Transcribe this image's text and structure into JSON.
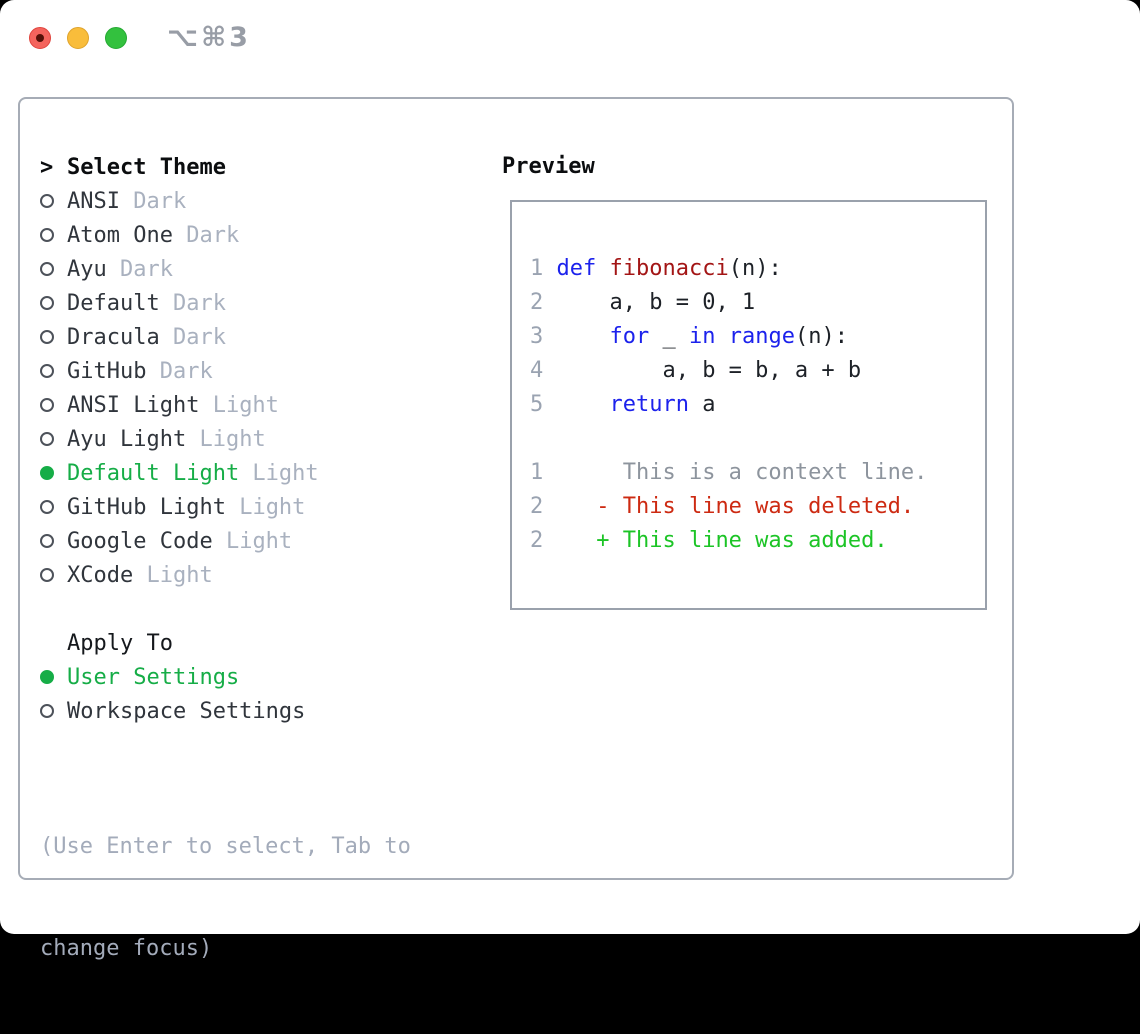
{
  "window": {
    "title": "⌥⌘3",
    "controls": [
      "close",
      "minimize",
      "zoom"
    ]
  },
  "colors": {
    "selection_green": "#16ad47",
    "added_green": "#1cc426",
    "deleted_red": "#cd2a12",
    "keyword_blue": "#1c22ec",
    "function_red": "#a31515",
    "muted_gray": "#a9b1bf",
    "panel_border": "#a6acb6",
    "traffic_red": "#f4645d",
    "traffic_yellow": "#f9bd3b",
    "traffic_green": "#33c13e"
  },
  "left": {
    "cursor": ">",
    "select_theme_label": "Select Theme",
    "themes": [
      {
        "name": "ANSI",
        "variant": "Dark",
        "selected": false
      },
      {
        "name": "Atom One",
        "variant": "Dark",
        "selected": false
      },
      {
        "name": "Ayu",
        "variant": "Dark",
        "selected": false
      },
      {
        "name": "Default",
        "variant": "Dark",
        "selected": false
      },
      {
        "name": "Dracula",
        "variant": "Dark",
        "selected": false
      },
      {
        "name": "GitHub",
        "variant": "Dark",
        "selected": false
      },
      {
        "name": "ANSI Light",
        "variant": "Light",
        "selected": false
      },
      {
        "name": "Ayu Light",
        "variant": "Light",
        "selected": false
      },
      {
        "name": "Default Light",
        "variant": "Light",
        "selected": true
      },
      {
        "name": "GitHub Light",
        "variant": "Light",
        "selected": false
      },
      {
        "name": "Google Code",
        "variant": "Light",
        "selected": false
      },
      {
        "name": "XCode",
        "variant": "Light",
        "selected": false
      }
    ],
    "apply_to_label": "Apply To",
    "apply_to": [
      {
        "label": "User Settings",
        "selected": true
      },
      {
        "label": "Workspace Settings",
        "selected": false
      }
    ],
    "help": [
      "(Use Enter to select, Tab to",
      "change focus)"
    ]
  },
  "preview": {
    "title": "Preview",
    "lines": [
      {
        "num": "1",
        "parts": [
          {
            "t": "def",
            "c": "kw"
          },
          {
            "t": " ",
            "c": "pl"
          },
          {
            "t": "fibonacci",
            "c": "fn"
          },
          {
            "t": "(n):",
            "c": "pl"
          }
        ]
      },
      {
        "num": "2",
        "parts": [
          {
            "t": "    a, b = 0, 1",
            "c": "pl"
          }
        ]
      },
      {
        "num": "3",
        "parts": [
          {
            "t": "    ",
            "c": "pl"
          },
          {
            "t": "for",
            "c": "kw"
          },
          {
            "t": " _ ",
            "c": "pl"
          },
          {
            "t": "in",
            "c": "kw"
          },
          {
            "t": " ",
            "c": "pl"
          },
          {
            "t": "range",
            "c": "kw"
          },
          {
            "t": "(n):",
            "c": "pl"
          }
        ]
      },
      {
        "num": "4",
        "parts": [
          {
            "t": "        a, b = b, a + b",
            "c": "pl"
          }
        ]
      },
      {
        "num": "5",
        "parts": [
          {
            "t": "    ",
            "c": "pl"
          },
          {
            "t": "return",
            "c": "kw"
          },
          {
            "t": " a",
            "c": "pl"
          }
        ]
      },
      {
        "num": "",
        "parts": []
      },
      {
        "num": "1",
        "parts": [
          {
            "t": "     This is a context line.",
            "c": "ctx"
          }
        ]
      },
      {
        "num": "2",
        "parts": [
          {
            "t": "   - This line was deleted.",
            "c": "del"
          }
        ]
      },
      {
        "num": "2",
        "parts": [
          {
            "t": "   + This line was added.",
            "c": "add"
          }
        ]
      }
    ]
  }
}
